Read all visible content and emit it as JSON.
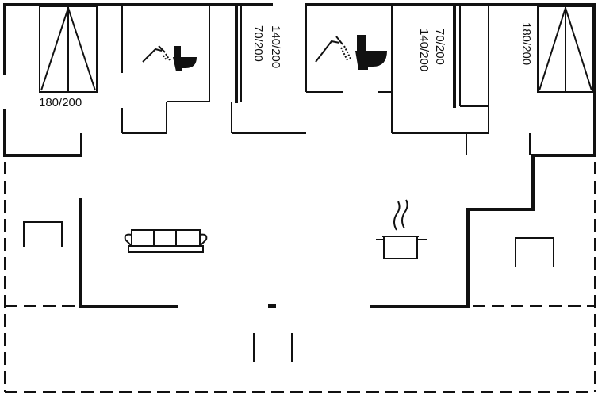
{
  "labels": {
    "bed_left": "180/200",
    "bunk_left_top": "70/200",
    "bunk_left_bottom": "140/200",
    "bunk_right_top": "70/200",
    "bunk_right_bottom": "140/200",
    "bed_right": "180/200"
  },
  "icons": {
    "shower": "shower-icon",
    "toilet": "toilet-icon",
    "sofa": "sofa-icon",
    "cooking": "cooking-pot-icon",
    "bed": "bed-icon",
    "table": "table-icon"
  },
  "colors": {
    "line": "#111111",
    "background": "#ffffff"
  }
}
